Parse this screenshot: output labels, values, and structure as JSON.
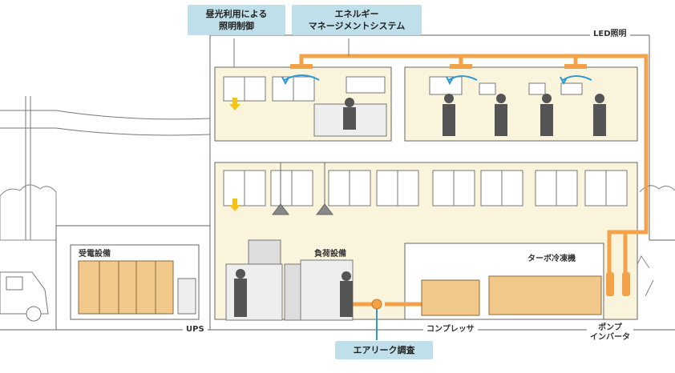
{
  "callouts": {
    "daylight": "昼光利用による\n照明制御",
    "ems": "エネルギー\nマネージメントシステム",
    "air_leak": "エアリーク調査"
  },
  "labels": {
    "led": "LED照明",
    "substation": "受電設備",
    "load": "負荷設備",
    "turbo": "ターボ冷凍機",
    "ups": "UPS",
    "compressor": "コンプレッサ",
    "pump": "ポンプ\nインバータ"
  },
  "colors": {
    "wall_fill": "#fbf4dc",
    "duct": "#f3a24a",
    "arrow_blue": "#2c9ad6",
    "arrow_yellow": "#f3c21c",
    "equipment": "#f1c98a",
    "callout_bg": "#bfe0ea",
    "silhouette": "#555555"
  }
}
